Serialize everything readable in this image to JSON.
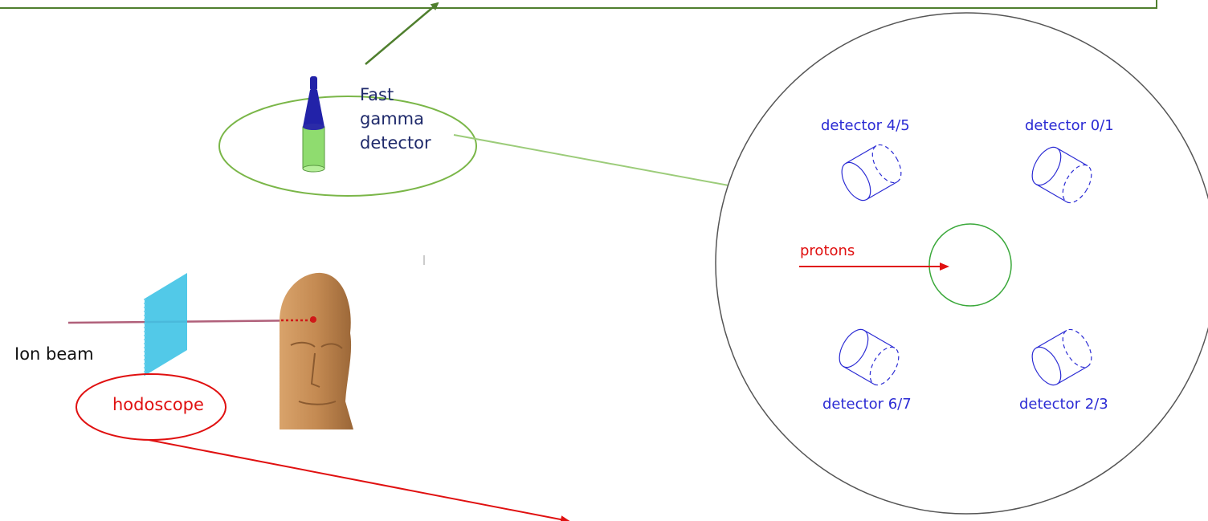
{
  "labels": {
    "fast_gamma_detector": "Fast\ngamma\ndetector",
    "ion_beam": "Ion beam",
    "hodoscope": "hodoscope",
    "protons": "protons",
    "detector_4_5": "detector 4/5",
    "detector_0_1": "detector 0/1",
    "detector_6_7": "detector 6/7",
    "detector_2_3": "detector 2/3"
  },
  "colors": {
    "gamma_green": "#7ab648",
    "dark_green": "#4f7f2e",
    "light_green_arrow": "#9ccc7a",
    "hodoscope_red": "#e01010",
    "detector_blue": "#2b2bd4",
    "target_green": "#3aa83a",
    "hodoscope_plate": "#3fc3e6",
    "beam_line": "#b0607a",
    "skin": "#c48a52"
  }
}
